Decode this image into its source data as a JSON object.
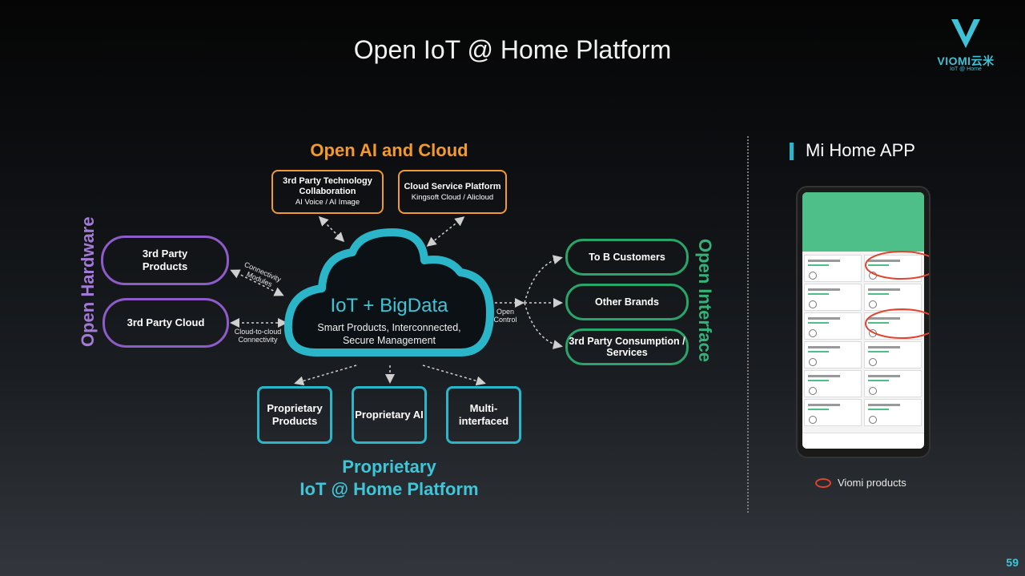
{
  "title": "Open IoT @ Home Platform",
  "logo": {
    "brand": "VIOMI云米",
    "sub": "IoT @ Home"
  },
  "sections": {
    "top": "Open AI and Cloud",
    "left": "Open Hardware",
    "right": "Open Interface",
    "bottom_line1": "Proprietary",
    "bottom_line2": "IoT @ Home Platform"
  },
  "top_boxes": [
    {
      "title": "3rd Party Technology Collaboration",
      "sub": "AI Voice / AI Image"
    },
    {
      "title": "Cloud Service Platform",
      "sub": "Kingsoft Cloud / Alicloud"
    }
  ],
  "left_boxes": [
    "3rd Party Products",
    "3rd Party Cloud"
  ],
  "right_boxes": [
    "To B Customers",
    "Other Brands",
    "3rd Party Consumption / Services"
  ],
  "bottom_boxes": [
    "Proprietary Products",
    "Proprietary AI",
    "Multi-interfaced"
  ],
  "cloud": {
    "title": "IoT + BigData",
    "line1": "Smart Products, Interconnected,",
    "line2": "Secure Management"
  },
  "connectors": {
    "connectivity": "Connectivity Modules",
    "cloud_to_cloud": "Cloud-to-cloud Connectivity",
    "open_control": "Open Control"
  },
  "mi_home": {
    "title": "Mi Home APP",
    "legend": "Viomi products"
  },
  "page_number": "59",
  "colors": {
    "orange": "#f39a2e",
    "cyan": "#2ab5c9",
    "purple": "#8d5cc9",
    "green": "#2aa56a",
    "highlight": "#e0432e"
  }
}
